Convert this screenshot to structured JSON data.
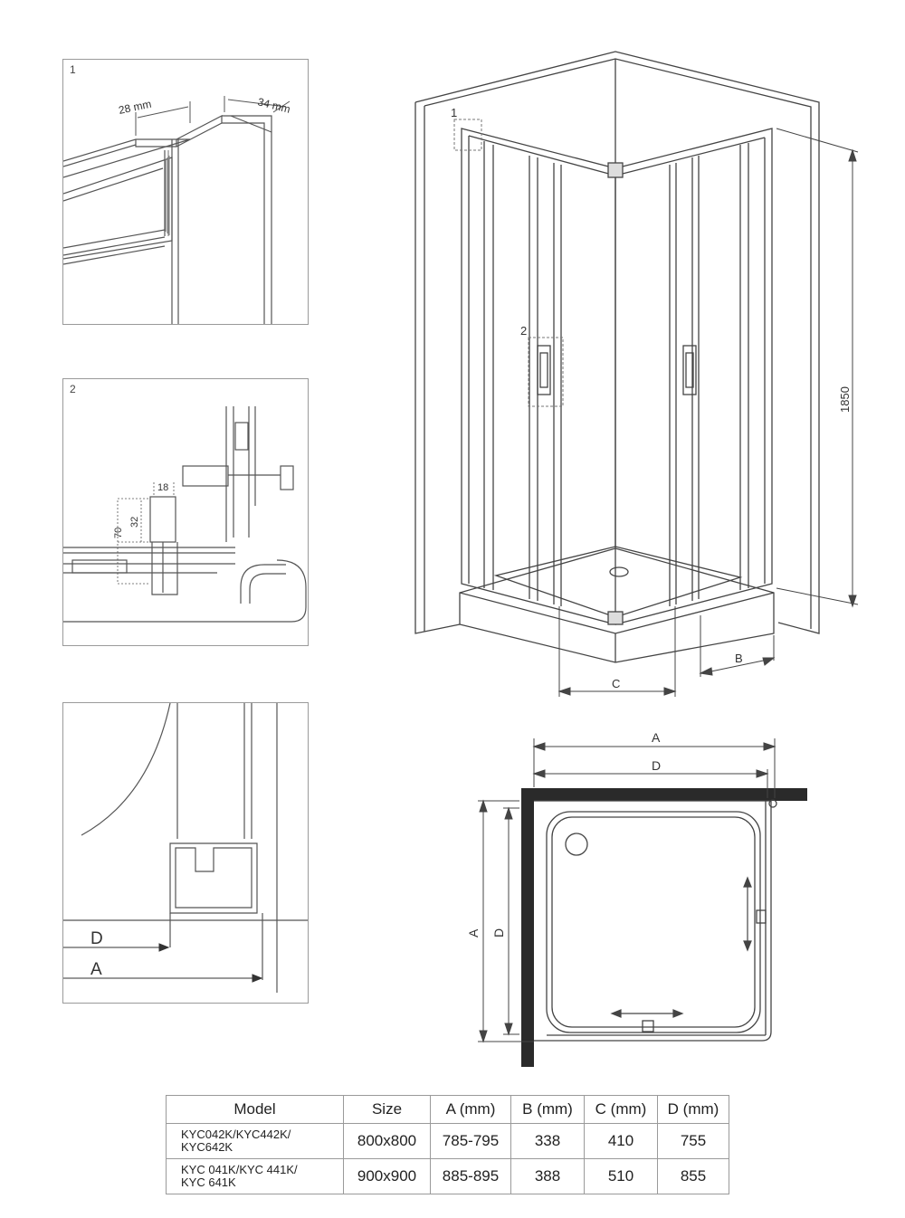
{
  "detail1": {
    "number": "1",
    "dim_width": "28 mm",
    "dim_depth": "34 mm"
  },
  "detail2": {
    "number": "2",
    "dim_18": "18",
    "dim_32": "32",
    "dim_70": "70"
  },
  "detail3": {
    "label_d": "D",
    "label_a": "A"
  },
  "main_view": {
    "callout_1": "1",
    "callout_2": "2",
    "height_dim": "1850",
    "label_c": "C",
    "label_b": "B"
  },
  "plan_view": {
    "label_a_top": "A",
    "label_d_top": "D",
    "label_a_side": "A",
    "label_d_side": "D"
  },
  "table": {
    "headers": [
      "Model",
      "Size",
      "A (mm)",
      "B (mm)",
      "C (mm)",
      "D (mm)"
    ],
    "rows": [
      {
        "model_line1": "KYC042K/KYC442K/",
        "model_line2": "KYC642K",
        "size": "800x800",
        "a": "785-795",
        "b": "338",
        "c": "410",
        "d": "755"
      },
      {
        "model_line1": "KYC 041K/KYC 441K/",
        "model_line2": "KYC 641K",
        "size": "900x900",
        "a": "885-895",
        "b": "388",
        "c": "510",
        "d": "855"
      }
    ]
  }
}
